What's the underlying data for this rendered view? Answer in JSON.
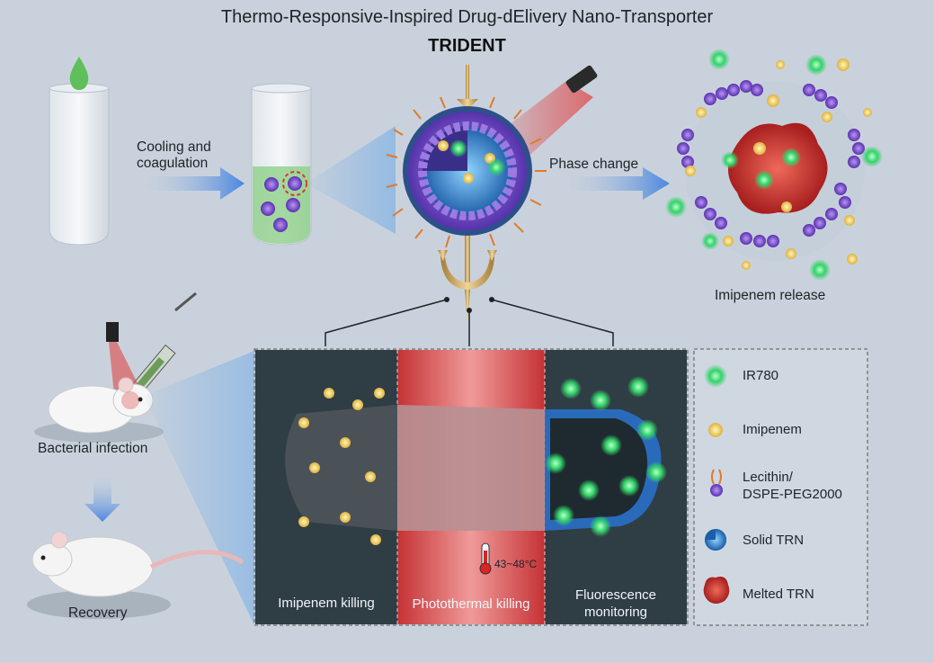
{
  "header": {
    "title": "Thermo-Responsive-Inspired Drug-dElivery Nano-Transporter",
    "acronym": "TRIDENT"
  },
  "process": {
    "step1_label_line1": "Cooling and",
    "step1_label_line2": "coagulation",
    "step2_label": "Phase change",
    "release_label": "Imipenem release"
  },
  "in_vivo": {
    "infection_label": "Bacterial infection",
    "recovery_label": "Recovery"
  },
  "panels": {
    "killing_label": "Imipenem killing",
    "photothermal_label": "Photothermal killing",
    "temperature_label": "43~48°C",
    "fluorescence_line1": "Fluorescence",
    "fluorescence_line2": "monitoring"
  },
  "legend": {
    "items": [
      {
        "label": "IR780"
      },
      {
        "label": "Imipenem"
      },
      {
        "label_line1": "Lecithin/",
        "label_line2": "DSPE-PEG2000"
      },
      {
        "label": "Solid TRN"
      },
      {
        "label": "Melted TRN"
      }
    ]
  },
  "colors": {
    "background": "#c9d2dc",
    "arrow_blue": "#4a86e0",
    "purple_lipid": "#7b4fd0",
    "ir780_green": "#34d36a",
    "imipenem_yellow": "#f3cf5a",
    "melted_red": "#c8302c",
    "panel_dark": "#2f3d45",
    "panel_red": "#d43a3c",
    "trident_gold": "#c9a35a"
  }
}
